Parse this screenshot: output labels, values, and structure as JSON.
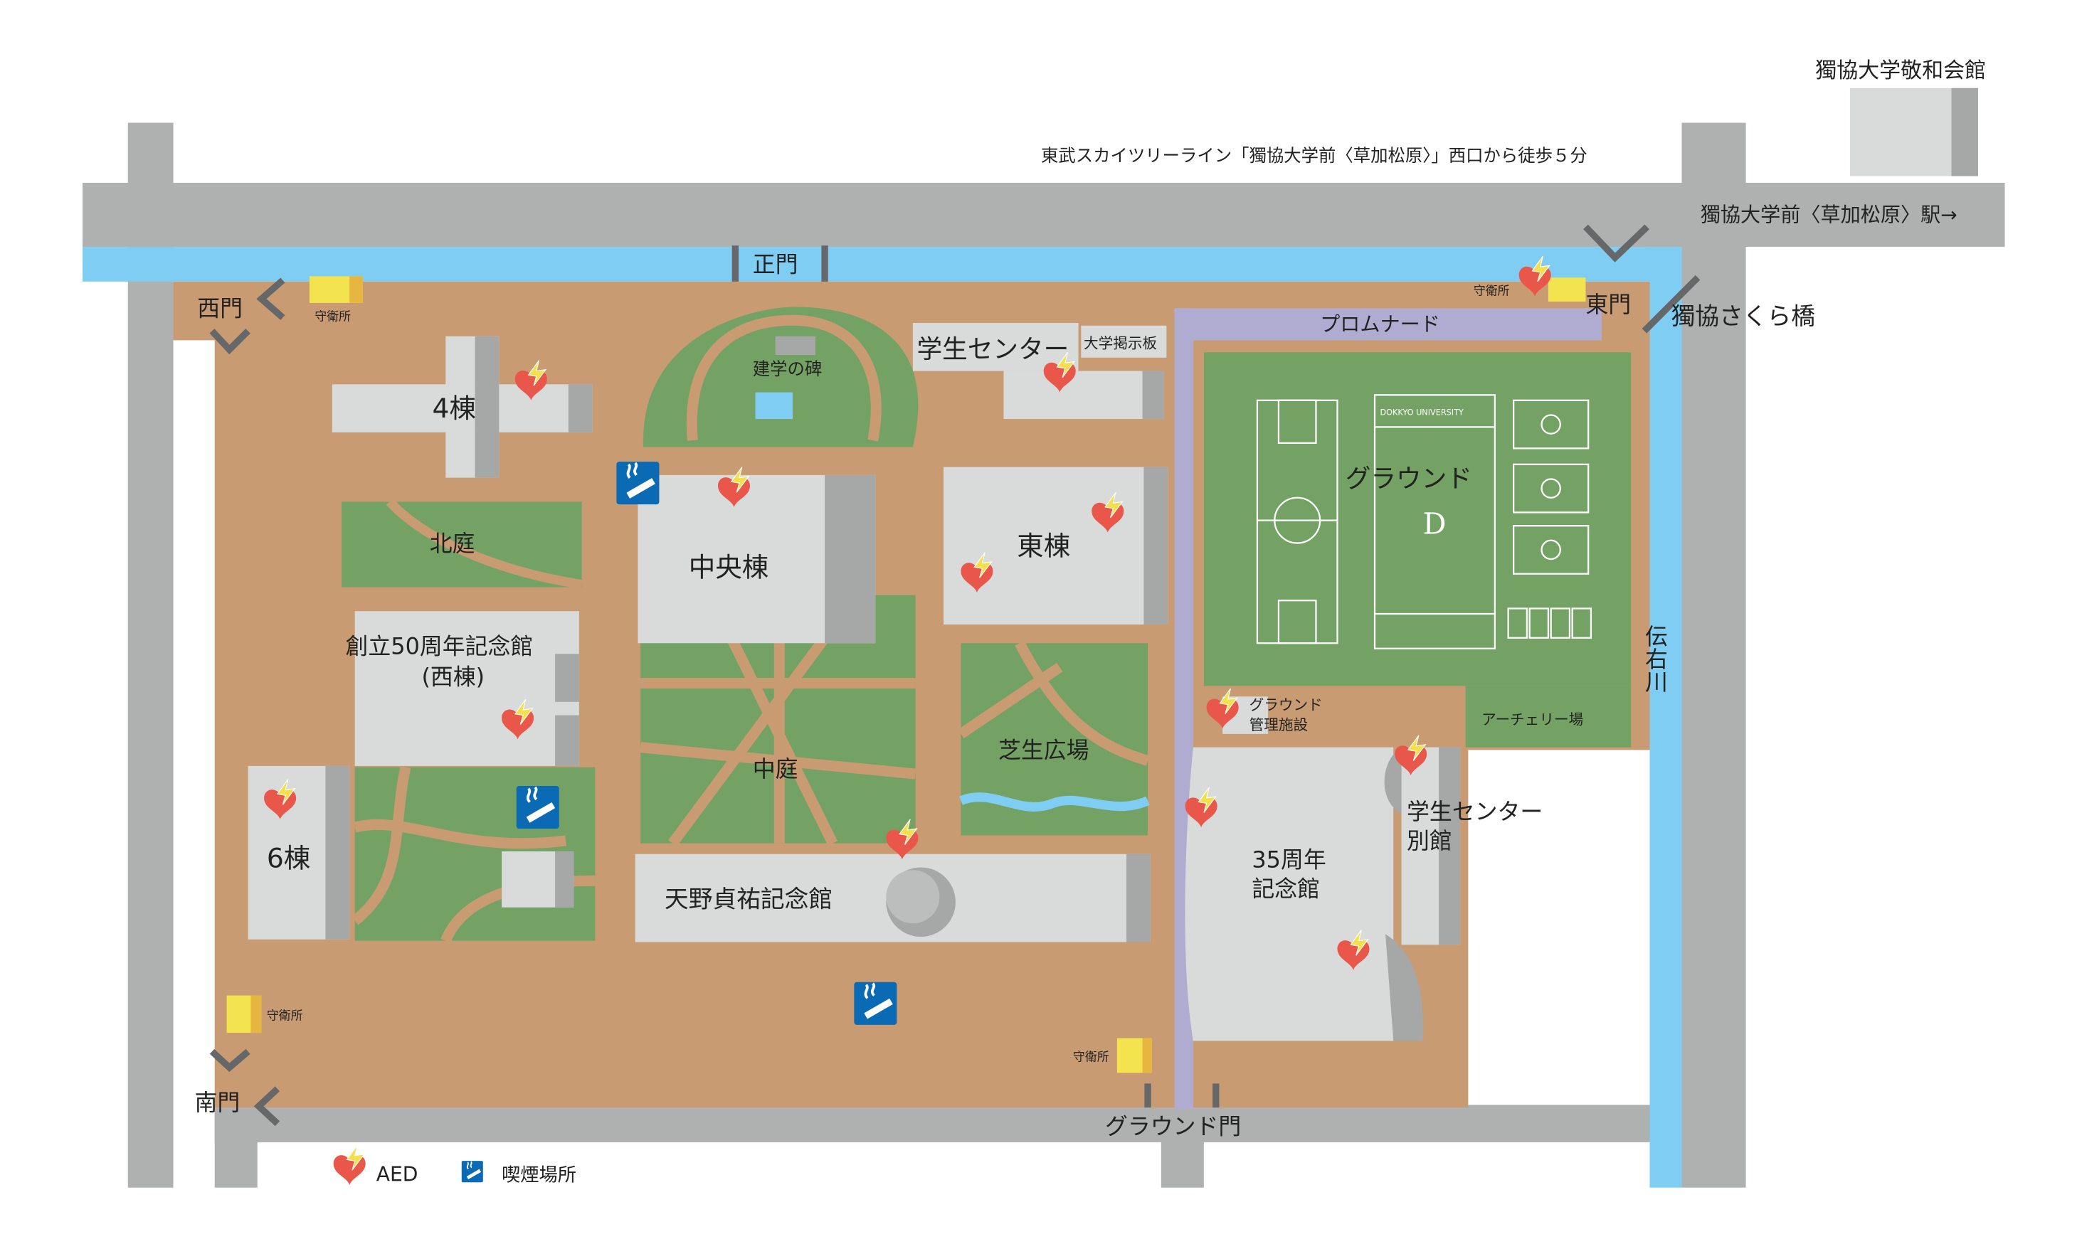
{
  "top_right_building": "獨協大学敬和会館",
  "access_note": "東武スカイツリーライン「獨協大学前〈草加松原〉」西口から徒歩５分",
  "station_arrow": "獨協大学前〈草加松原〉駅→",
  "gates": {
    "main": "正門",
    "west": "西門",
    "east": "東門",
    "south": "南門",
    "ground": "グラウンド門"
  },
  "guard_house": "守衛所",
  "bridge": "獨協さくら橋",
  "river": "伝右川",
  "promenade": "プロムナード",
  "buildings": {
    "b4": "4棟",
    "b6": "6棟",
    "central": "中央棟",
    "east": "東棟",
    "student_center": "学生センター",
    "bulletin": "大学掲示板",
    "founding_monument": "建学の碑",
    "memorial50_line1": "創立50周年記念館",
    "memorial50_line2": "(西棟)",
    "amano_line": "天野貞祐記念館",
    "memorial35_line1": "35周年",
    "memorial35_line2": "記念館",
    "annex_line1": "学生センター",
    "annex_line2": "別館",
    "ground_facility_line1": "グラウンド",
    "ground_facility_line2": "管理施設"
  },
  "areas": {
    "north_garden": "北庭",
    "central_garden": "中庭",
    "lawn_plaza": "芝生広場",
    "ground": "グラウンド",
    "archery": "アーチェリー場",
    "field_brand": "DOKKYO UNIVERSITY"
  },
  "legend": {
    "aed": "AED",
    "smoking": "喫煙場所"
  },
  "colors": {
    "campus": "#c99b72",
    "road": "#afb0b0",
    "river": "#7fcdf3",
    "promenade": "#b0acd1",
    "green": "#74a264",
    "building": "#d9dada",
    "building_shade": "#a6a7a7",
    "aed": "#e9574b",
    "smoking": "#0a6ab4",
    "guard_house": "#f2e34f"
  }
}
